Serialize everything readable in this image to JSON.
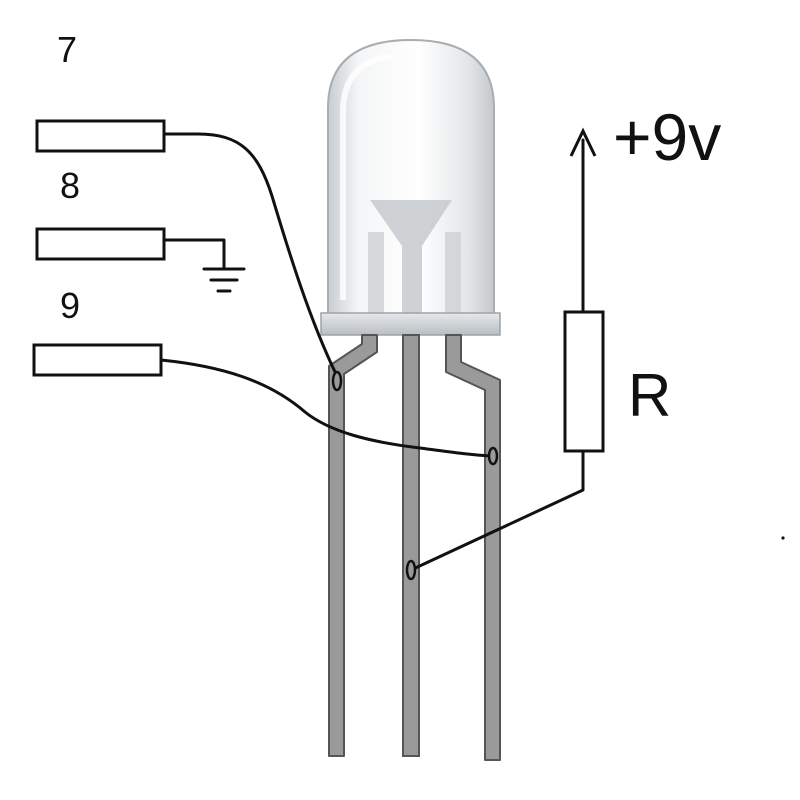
{
  "pins": [
    {
      "label": "7"
    },
    {
      "label": "8"
    },
    {
      "label": "9"
    }
  ],
  "supply_label": "+9v",
  "resistor_label": "R",
  "components": {
    "led": "rgb-led-common-anode",
    "ground_symbol": "ground-icon",
    "supply_arrow": "arrow-up-icon"
  },
  "colors": {
    "wire": "#111111",
    "lead_fill": "#9a9a9a",
    "lead_outline": "#555555",
    "led_body": "#e9ecee",
    "led_flange": "#d5d9dc"
  }
}
